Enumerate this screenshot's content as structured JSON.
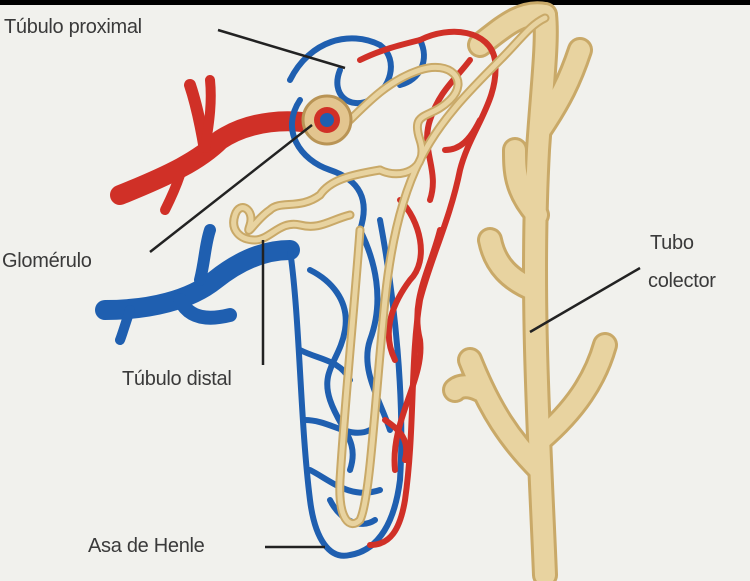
{
  "labels": {
    "proximal_tubule": "Túbulo proximal",
    "glomerulus": "Glomérulo",
    "distal_tubule": "Túbulo distal",
    "loop_of_henle": "Asa de Henle",
    "collecting_duct_line1": "Tubo",
    "collecting_duct_line2": "colector"
  },
  "colors": {
    "artery": "#d03027",
    "vein": "#1f5fb0",
    "tubule": "#e8d3a0",
    "tubule_edge": "#c9a968",
    "background": "#f1f1ed",
    "label_text": "#3a3a3a"
  }
}
